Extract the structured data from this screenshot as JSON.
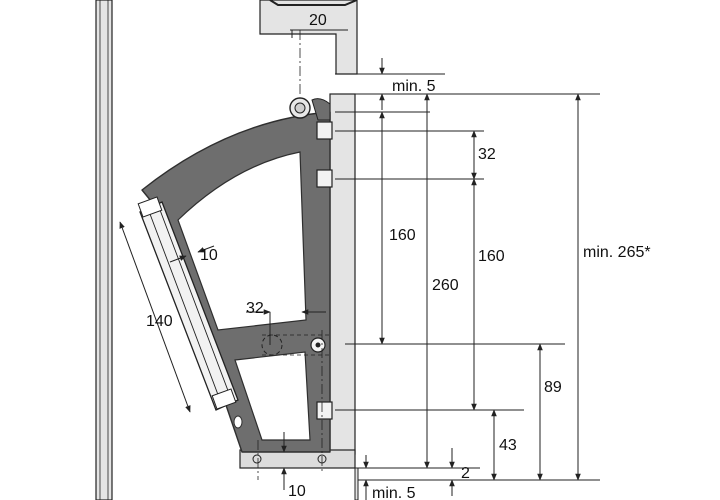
{
  "diagram": {
    "labels": {
      "top_20": "20",
      "min5_top": "min. 5",
      "d32_right": "32",
      "d160_left": "160",
      "d160_right": "160",
      "d260": "260",
      "min265": "min. 265*",
      "d10_arm": "10",
      "d140": "140",
      "d32_bottom": "32",
      "d89": "89",
      "d43": "43",
      "d2": "2",
      "d10_bottom": "10",
      "min5_bottom": "min. 5"
    },
    "colors": {
      "line": "#222222",
      "panel_fill": "#e4e4e4",
      "bracket_fill": "#6e6e6e",
      "bracket_stroke": "#2f2f2f",
      "light_fill": "#f2f2f2",
      "shelf_fill": "#dcdcdc"
    }
  }
}
